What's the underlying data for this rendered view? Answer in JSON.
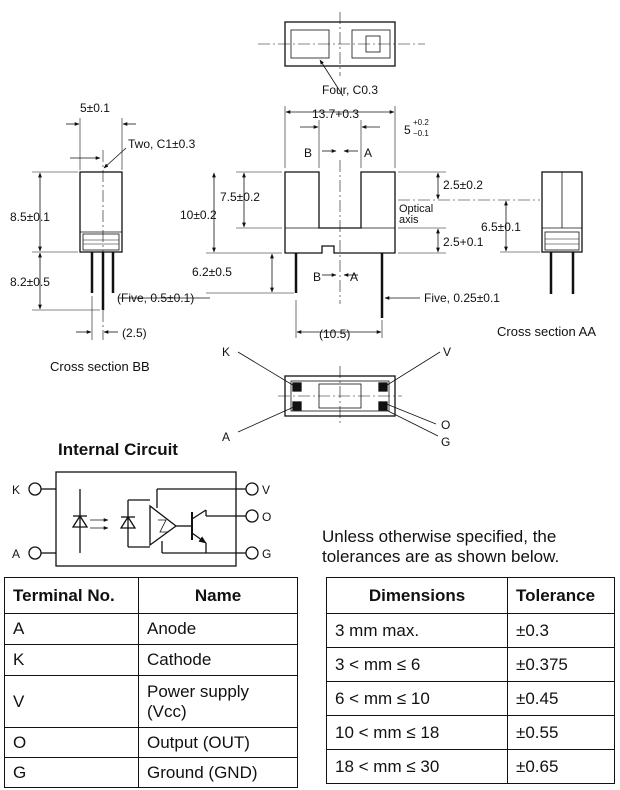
{
  "dimensions": {
    "top_chamfer": "Four, C0.3",
    "overall_width": "13.7+0.3",
    "slot_width_base": "5",
    "slot_tol_plus": "+0.2",
    "slot_tol_minus": "−0.1",
    "slot_depth": "7.5±0.2",
    "body_height": "10±0.2",
    "lead_gap": "6.2±0.5",
    "pin_pitch": "(10.5)",
    "pin_spec_right": "Five, 0.25±0.1",
    "top_offset_right": "2.5±0.2",
    "axis_offset_right": "2.5+0.1",
    "optical_axis_line1": "Optical",
    "optical_axis_line2": "axis",
    "section_aa_height": "6.5±0.1",
    "bb_width": "5±0.1",
    "bb_chamfer": "Two, C1±0.3",
    "bb_body": "8.5±0.1",
    "bb_leads": "8.2±0.5",
    "bb_pin_spec": "(Five, 0.5±0.1)",
    "bb_pitch": "(2.5)",
    "label_b": "B",
    "label_a": "A"
  },
  "captions": {
    "section_bb": "Cross section BB",
    "section_aa": "Cross section AA"
  },
  "bottom_view_pins": {
    "k": "K",
    "v": "V",
    "a": "A",
    "o": "O",
    "g": "G"
  },
  "internal_circuit": {
    "title": "Internal Circuit",
    "pins": {
      "k": "K",
      "a": "A",
      "v": "V",
      "o": "O",
      "g": "G"
    }
  },
  "note": "Unless otherwise specified, the tolerances are as shown below.",
  "terminal_table": {
    "headers": [
      "Terminal No.",
      "Name"
    ],
    "rows": [
      [
        "A",
        "Anode"
      ],
      [
        "K",
        "Cathode"
      ],
      [
        "V",
        "Power supply (Vcc)"
      ],
      [
        "O",
        "Output (OUT)"
      ],
      [
        "G",
        "Ground (GND)"
      ]
    ]
  },
  "tolerance_table": {
    "headers": [
      "Dimensions",
      "Tolerance"
    ],
    "rows": [
      [
        "3 mm max.",
        "±0.3"
      ],
      [
        "3 < mm ≤ 6",
        "±0.375"
      ],
      [
        "6 < mm ≤ 10",
        "±0.45"
      ],
      [
        "10 < mm ≤ 18",
        "±0.55"
      ],
      [
        "18 < mm ≤ 30",
        "±0.65"
      ]
    ]
  }
}
